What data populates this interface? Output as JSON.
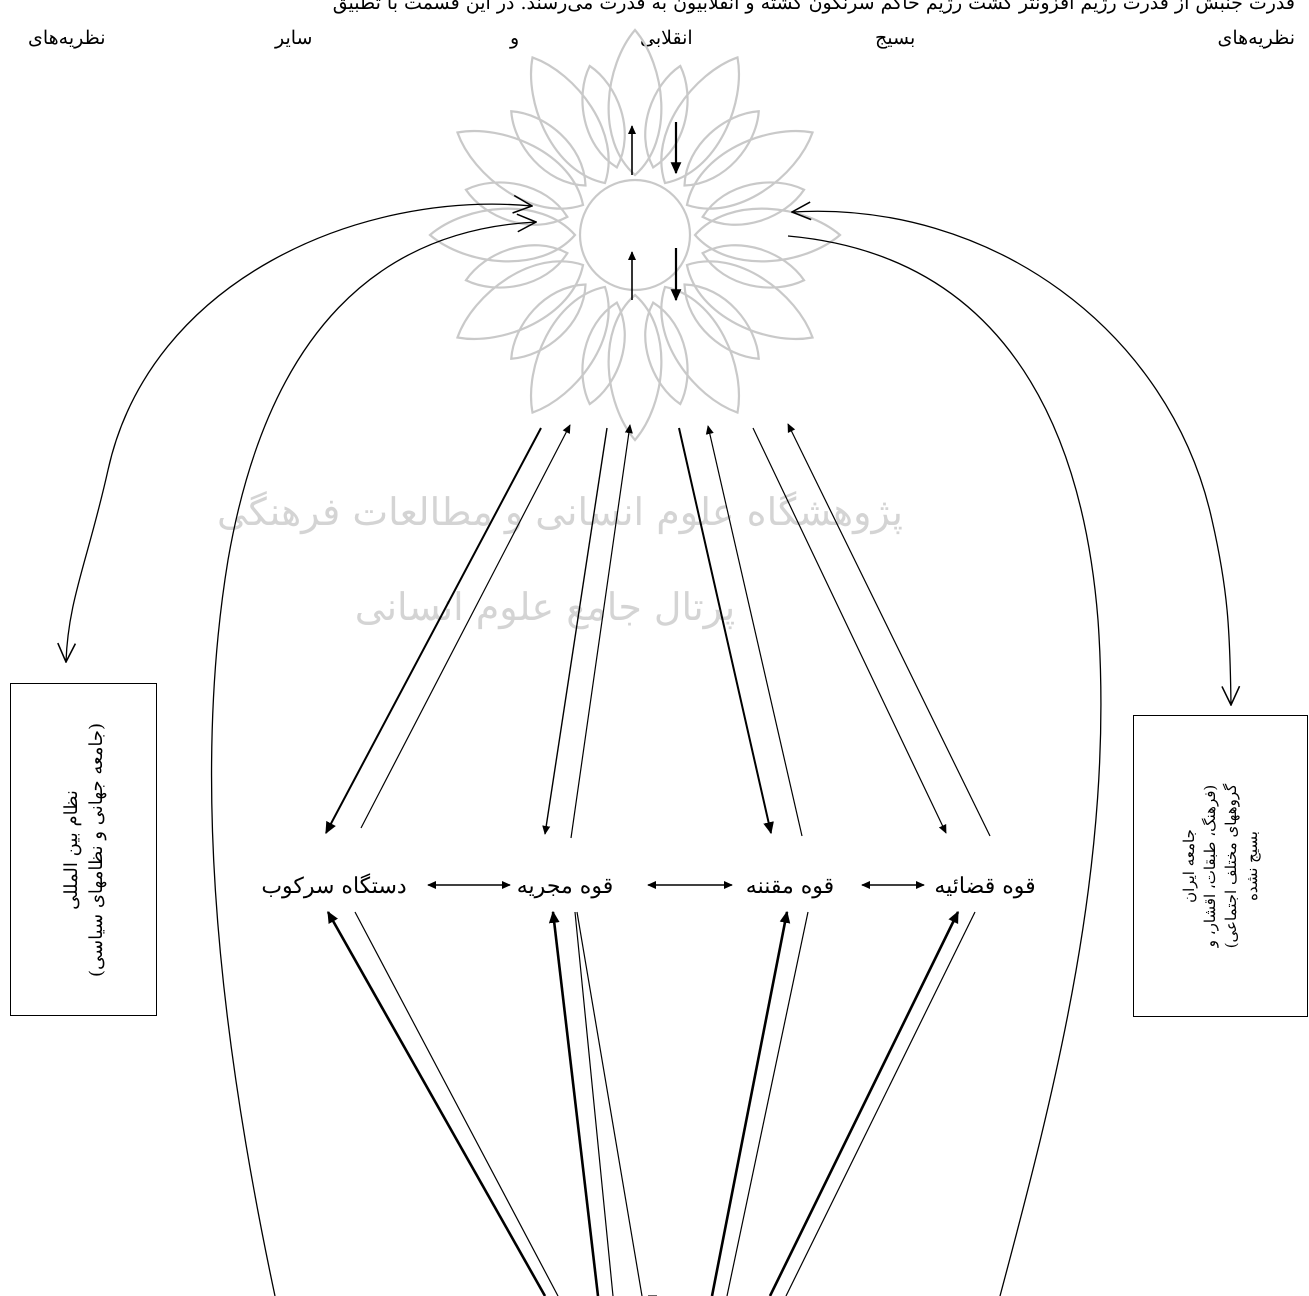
{
  "intro": {
    "line1": "قدرت جنبش از قدرت رژیم افزونتر گشت رژیم حاکم سرنگون گشته و انقلابیون به قدرت می‌رسند. در این قسمت با تطبیق",
    "line2_words": [
      "نظریه‌های",
      "بسیج",
      "انقلابی",
      "و",
      "سایر",
      "نظریه‌های"
    ]
  },
  "nodes": {
    "judiciary": "قوه قضائیه",
    "legislative": "قوه مقننه",
    "executive": "قوه مجریه",
    "repression": "دستگاه سرکوب"
  },
  "boxes": {
    "international": {
      "line1": "نظام بین المللی",
      "line2": "(جامعه جهانی و نظامهای سیاسی)"
    },
    "iran": {
      "line1": "جامعه ایران",
      "line2": "(فرهنگ، طبقات، اقشار، و",
      "line3": "گروههای مختلف اجتماعی)",
      "line4": "بسیج نشده"
    }
  },
  "watermark": {
    "line1": "پژوهشگاه علوم انسانی و مطالعات فرهنگی",
    "line2": "پرتال جامع علوم انسانی"
  }
}
